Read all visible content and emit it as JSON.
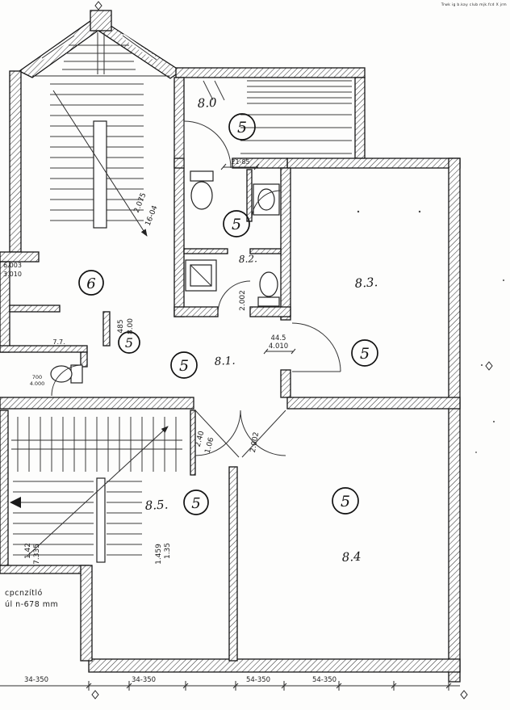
{
  "page": {
    "corner_note": "Trwk ig b.kay club mjk.fcd X jrm"
  },
  "rooms": {
    "r80": {
      "label": "8.0",
      "badge": "5"
    },
    "r82": {
      "label": "8.2.",
      "badge": "5"
    },
    "r83": {
      "label": "8.3.",
      "badge": "5"
    },
    "r81": {
      "label": "8.1.",
      "badge": "5"
    },
    "r85": {
      "label": "8.5.",
      "badge": "5"
    },
    "r84": {
      "label": "8.4",
      "badge": "5"
    },
    "hall": {
      "badge": "5"
    },
    "stairwell": {
      "badge": "6"
    }
  },
  "dimensions": {
    "bath_top": "21-85",
    "stair_left_a": "6.003",
    "stair_left_b": "3.010",
    "stair_diag_a": "2.075",
    "stair_diag_b": "16-04",
    "hall_a": "485",
    "hall_b": "8.00",
    "corridor_a": "44.5",
    "corridor_b": "4.010",
    "bath_door": "2.002",
    "door84_a": "2.40",
    "door84_b": "1.06",
    "door84_c": "2.002",
    "stair85_a": "1.459",
    "stair85_b": "1.35",
    "stair85_left_a": "1.42",
    "stair85_left_b": "7.335",
    "wc_a": "700",
    "wc_b": "4.000",
    "wc_c": "7.7.",
    "bottom": [
      "34-350",
      "34-350",
      "54-350",
      "54-350"
    ]
  },
  "notes": {
    "left_line1": "cpcnzítló",
    "left_line2": "úl n-678 mm"
  }
}
